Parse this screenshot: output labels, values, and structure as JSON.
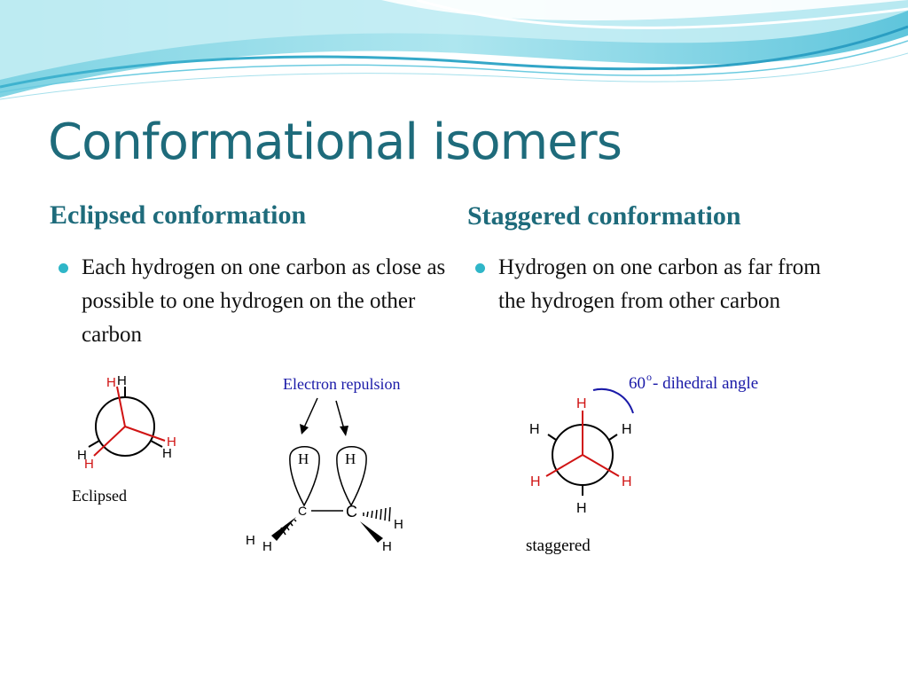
{
  "title": "Conformational isomers",
  "left": {
    "heading": "Eclipsed conformation",
    "bullet": "Each hydrogen on one carbon as close as possible to one hydrogen on the other  carbon"
  },
  "right": {
    "heading": "Staggered conformation",
    "bullet": "Hydrogen on one carbon as far from the hydrogen from other carbon"
  },
  "diagrams": {
    "eclipsed_caption": "Eclipsed",
    "repulsion_label": "Electron repulsion",
    "staggered_caption": "staggered",
    "dihedral_angle_value": "60",
    "dihedral_degree_mark": "o",
    "dihedral_angle_text": " - dihedral angle",
    "hydrogen": "H",
    "carbon": "C"
  },
  "colors": {
    "title": "#1e6b7b",
    "bullet": "#2fb6c8",
    "front_bond": "#d01414",
    "annotation": "#1a1aa8"
  }
}
